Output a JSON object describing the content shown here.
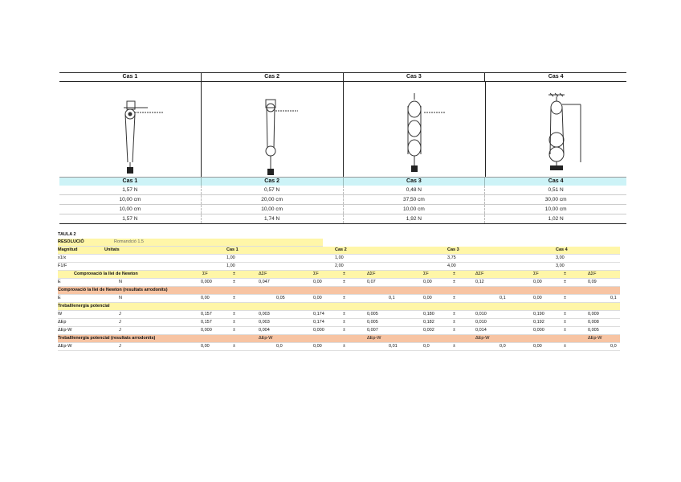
{
  "top_table": {
    "headers": [
      "Cas 1",
      "Cas 2",
      "Cas 3",
      "Cas 4"
    ],
    "figures": [
      "pulley-case-1",
      "pulley-case-2",
      "pulley-case-3",
      "pulley-case-4"
    ],
    "row1": [
      "1,57 N",
      "0,57 N",
      "0,48 N",
      "0,51 N"
    ],
    "row2": [
      "10,00 cm",
      "20,00 cm",
      "37,50 cm",
      "30,00 cm"
    ],
    "row3": [
      "10,00 cm",
      "10,00 cm",
      "10,00 cm",
      "10,00 cm"
    ],
    "row4": [
      "1,57 N",
      "1,74 N",
      "1,92 N",
      "1,02 N"
    ]
  },
  "bottom_table": {
    "title": "TAULA 2",
    "resolution_label": "RESOLUCIÓ",
    "resolution_note": "Romandció 1.5",
    "magnitud": "Magnitud",
    "unitats": "Unitats",
    "cases": [
      "Cas 1",
      "Cas 2",
      "Cas 3",
      "Cas 4"
    ],
    "row_a_label": "x1/x",
    "row_a_values": [
      "1,00",
      "1,00",
      "3,75",
      "3,00"
    ],
    "row_b_label": "F1/F",
    "row_b_values": [
      "1,00",
      "2,00",
      "4,00",
      "3,00"
    ],
    "section1": "Comprovació la llei de Newton",
    "sub_cols": [
      "ΣF",
      "±",
      "ΔΣF",
      "ΣF",
      "±",
      "ΔΣF",
      "ΣF",
      "±",
      "ΔΣF",
      "ΣF",
      "±",
      "ΔΣF"
    ],
    "row_c_label": "E",
    "row_c_unit": "N",
    "row_c_values": [
      "0,000",
      "±",
      "0,047",
      "0,00",
      "±",
      "0,07",
      "0,00",
      "±",
      "0,12",
      "0,00",
      "±",
      "0,09"
    ],
    "section2": "Comprovació la llei de Newton (resultats arrodonits)",
    "row_d_label": "E",
    "row_d_unit": "N",
    "row_d_values": [
      "0,00",
      "±",
      "0,05",
      "0,00",
      "±",
      "0,1",
      "0,00",
      "±",
      "0,1",
      "0,00",
      "±",
      "0,1"
    ],
    "section3": "Treball/energia potencial",
    "row_e_label": "W",
    "row_e_unit": "J",
    "row_e_values": [
      "0,157",
      "±",
      "0,003",
      "0,174",
      "±",
      "0,005",
      "0,180",
      "±",
      "0,010",
      "0,190",
      "±",
      "0,009"
    ],
    "row_f_label": "ΔEp",
    "row_f_unit": "J",
    "row_f_values": [
      "0,157",
      "±",
      "0,003",
      "0,174",
      "±",
      "0,005",
      "0,182",
      "±",
      "0,010",
      "0,192",
      "±",
      "0,008"
    ],
    "row_g_label": "ΔEp-W",
    "row_g_unit": "J",
    "row_g_values": [
      "0,000",
      "±",
      "0,004",
      "0,000",
      "±",
      "0,007",
      "0,002",
      "±",
      "0,014",
      "0,000",
      "±",
      "0,005"
    ],
    "section4": "Treball/energia potencial (resultats arrodonits)",
    "section4_cols": [
      "ΔEp-W",
      "ΔEp-W",
      "ΔEp-W",
      "ΔEp-W"
    ],
    "row_h_label": "ΔEp-W",
    "row_h_unit": "J",
    "row_h_values": [
      "0,00",
      "±",
      "0,0",
      "0,00",
      "±",
      "0,01",
      "0,0",
      "±",
      "0,0",
      "0,00",
      "±",
      "0,0"
    ]
  }
}
